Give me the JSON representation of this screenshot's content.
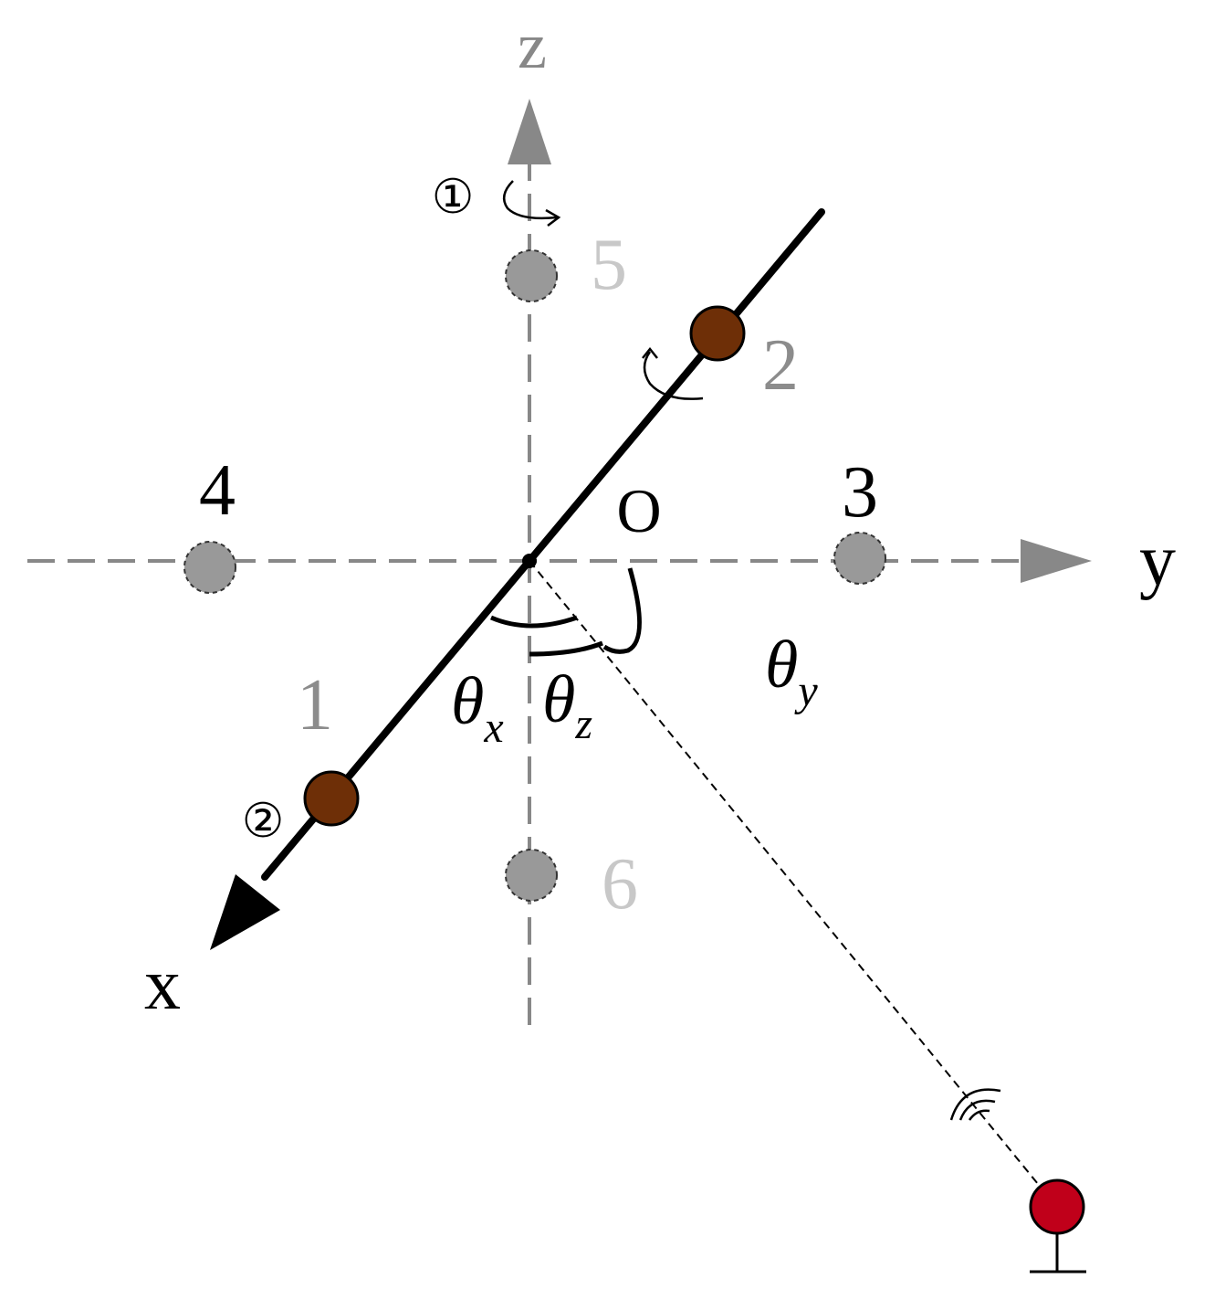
{
  "axes": {
    "z": {
      "label": "z"
    },
    "y": {
      "label": "y"
    },
    "x": {
      "label": "x"
    },
    "origin": {
      "label": "O"
    }
  },
  "nodes": [
    {
      "id": "1",
      "label": "1"
    },
    {
      "id": "2",
      "label": "2"
    },
    {
      "id": "3",
      "label": "3"
    },
    {
      "id": "4",
      "label": "4"
    },
    {
      "id": "5",
      "label": "5"
    },
    {
      "id": "6",
      "label": "6"
    }
  ],
  "rotations": [
    {
      "id": "rot-1",
      "label": "①"
    },
    {
      "id": "rot-2",
      "label": "②"
    }
  ],
  "angles": {
    "theta_x": {
      "symbol": "θ",
      "sub": "x"
    },
    "theta_z": {
      "symbol": "θ",
      "sub": "z"
    },
    "theta_y": {
      "symbol": "θ",
      "sub": "y"
    }
  },
  "colors": {
    "axis_gray": "#888888",
    "node_gray": "#999999",
    "node_brown": "#6e2f07",
    "tag_red": "#c0001a",
    "label_gray": "#8c8c8c",
    "label_light": "#c8c8c8"
  }
}
